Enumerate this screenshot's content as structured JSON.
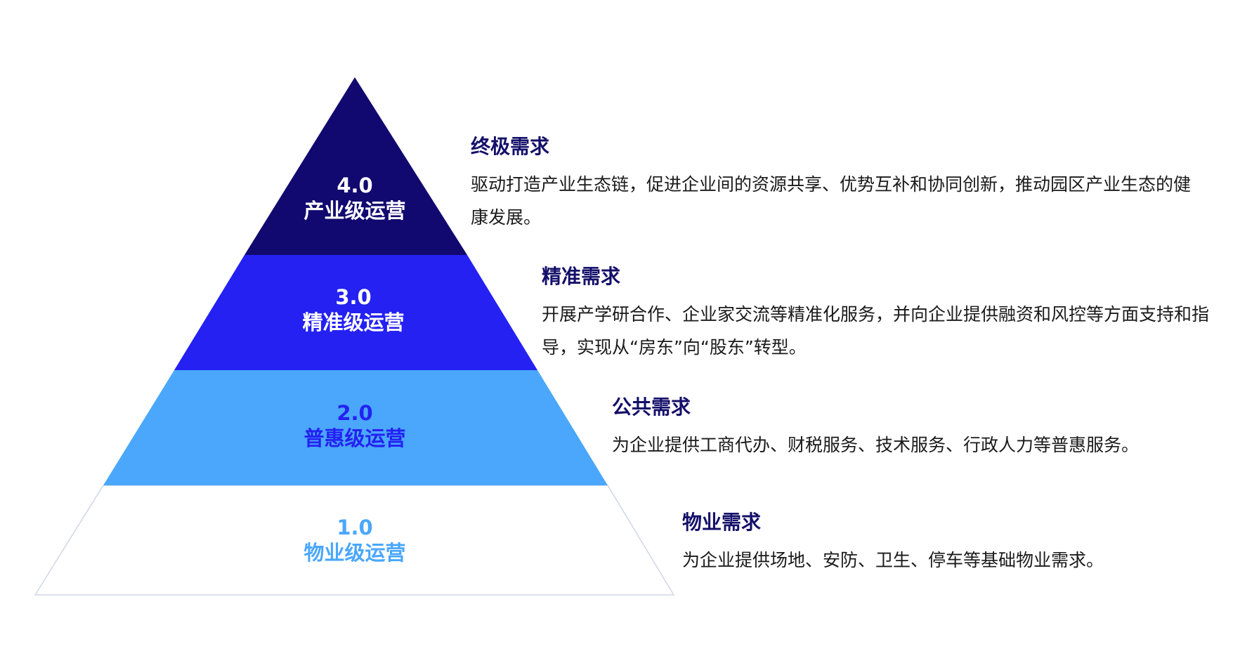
{
  "colors": {
    "tier4": "#110870",
    "tier3": "#2421f2",
    "tier2": "#4aa7fc",
    "tier1": "#ffffff",
    "tier1_text": "#4aa7fc",
    "tier2_text": "#2421f2",
    "label_light": "#ffffff",
    "title_dark": "#15106a",
    "outline": "#cfd6e6"
  },
  "tiers": [
    {
      "version": "4.0",
      "name": "产业级运营",
      "need_title": "终极需求",
      "need_text": "驱动打造产业生态链，促进企业间的资源共享、优势互补和协同创新，推动园区产业生态的健康发展。"
    },
    {
      "version": "3.0",
      "name": "精准级运营",
      "need_title": "精准需求",
      "need_text": "开展产学研合作、企业家交流等精准化服务，并向企业提供融资和风控等方面支持和指导，实现从“房东”向“股东”转型。"
    },
    {
      "version": "2.0",
      "name": "普惠级运营",
      "need_title": "公共需求",
      "need_text": "为企业提供工商代办、财税服务、技术服务、行政人力等普惠服务。"
    },
    {
      "version": "1.0",
      "name": "物业级运营",
      "need_title": "物业需求",
      "need_text": "为企业提供场地、安防、卫生、停车等基础物业需求。"
    }
  ]
}
